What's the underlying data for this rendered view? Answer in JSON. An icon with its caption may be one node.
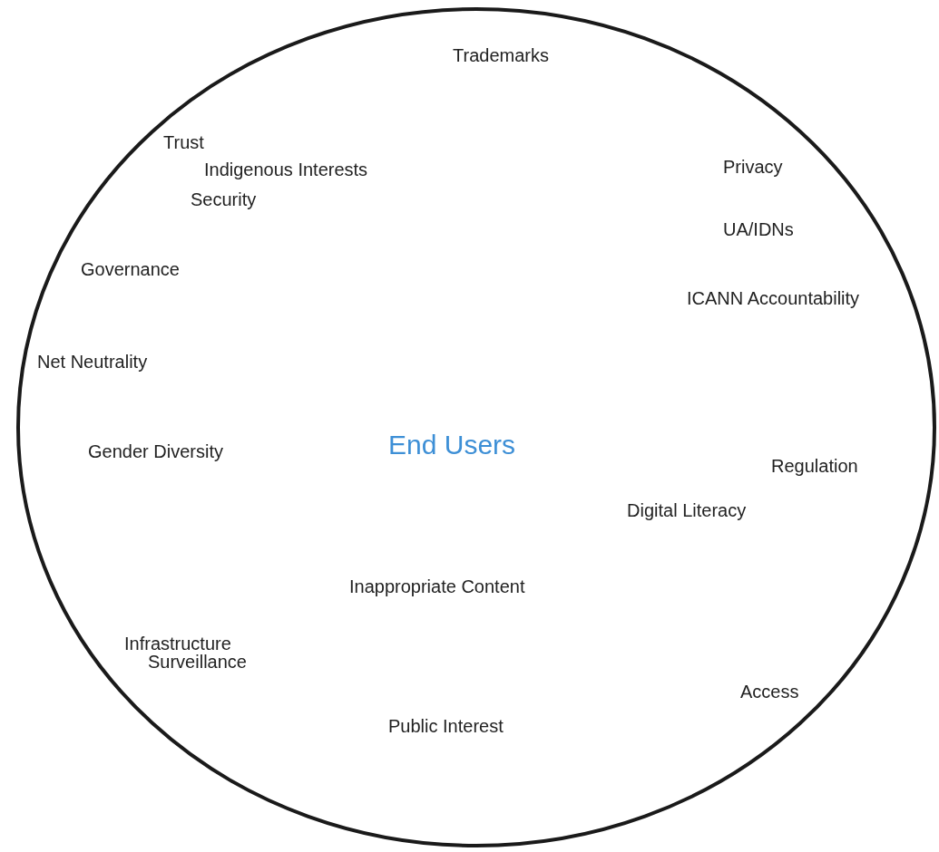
{
  "diagram": {
    "nodes": [
      {
        "text": [
          "End Users"
        ]
      }
    ],
    "edges": [],
    "labels": [
      "Trademarks",
      "Trust",
      "Privacy",
      "Indigenous Interests",
      "Security",
      "UA/IDNs",
      "Governance",
      "ICANN Accountability",
      "Net Neutrality",
      "Gender Diversity",
      "Regulation",
      "Digital Literacy",
      "Inappropriate Content",
      "Infrastructure",
      "Surveillance",
      "Access",
      "Public Interest"
    ]
  }
}
